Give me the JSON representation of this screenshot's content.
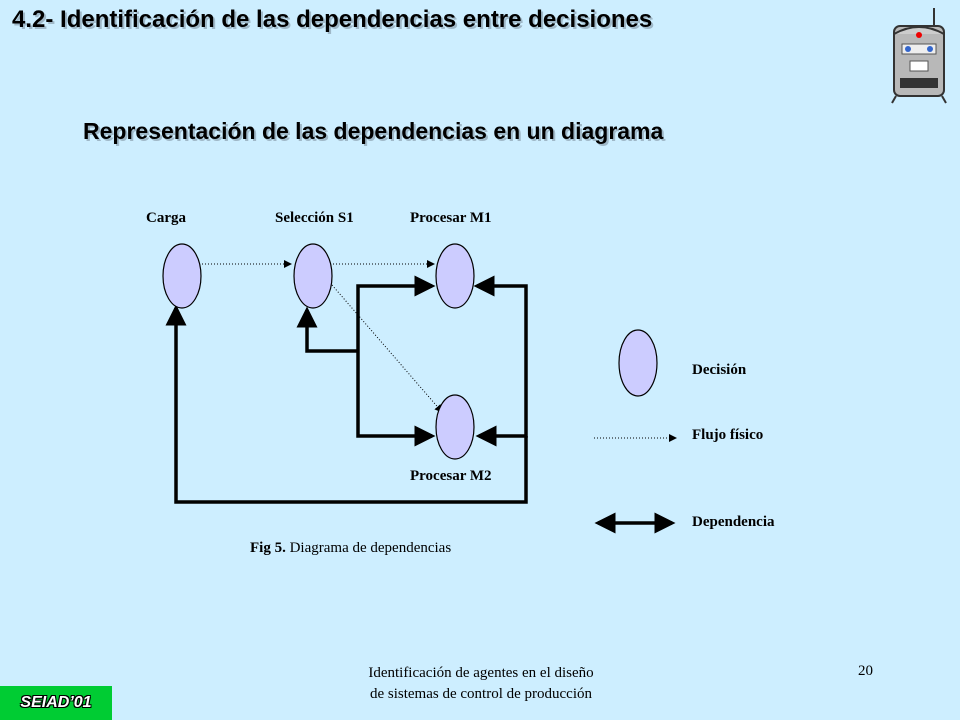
{
  "slide": {
    "title": "4.2- Identificación de las dependencias entre decisiones",
    "subtitle": "Representación de las dependencias en un diagrama"
  },
  "diagram": {
    "nodes": {
      "carga": "Carga",
      "seleccion_s1": "Selección S1",
      "procesar_m1": "Procesar M1",
      "procesar_m2": "Procesar M2"
    },
    "caption_bold": "Fig 5.",
    "caption_text": " Diagrama de dependencias"
  },
  "legend": {
    "decision": "Decisión",
    "physical_flow": "Flujo físico",
    "dependency": "Dependencia"
  },
  "colors": {
    "background": "#cdeeff",
    "node_fill": "#ccccff",
    "badge": "#00cc33"
  },
  "footer": {
    "line1": "Identificación de agentes en el diseño",
    "line2": "de sistemas de control de producción",
    "page_number": "20",
    "badge": "SEIAD’01"
  }
}
